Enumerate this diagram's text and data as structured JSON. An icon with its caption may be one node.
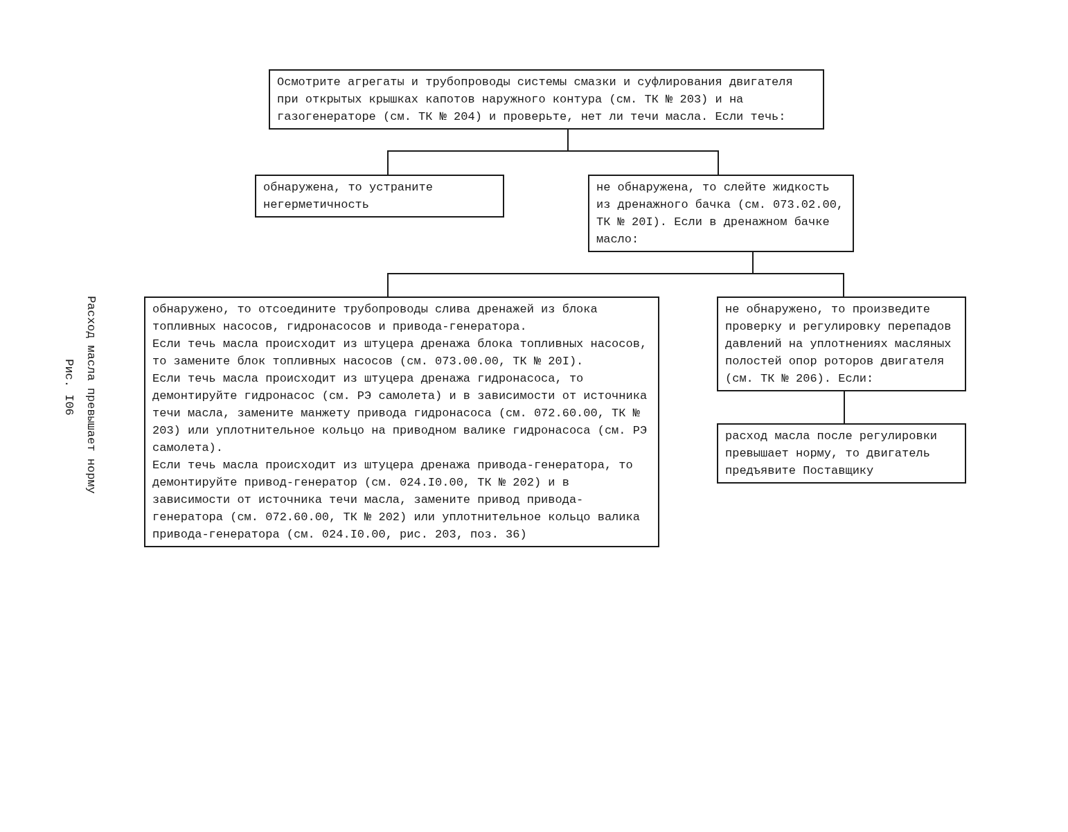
{
  "diagram": {
    "title": "Расход масла превышает норму",
    "caption": "Рис. I06",
    "nodes": [
      {
        "text": [
          "Осмотрите агрегаты и трубопроводы системы смазки и суфлирования двигателя при открытых крышках капотов наружного контура (см. ТК № 203) и на газогенераторе (см. ТК № 204) и проверьте, нет ли течи масла. Если течь:"
        ]
      },
      {
        "text": [
          "обнаружена, то устраните негерметичность"
        ]
      },
      {
        "text": [
          "не обнаружена, то слейте жидкость из дренажного бачка (см. 073.02.00, ТК № 20I). Если в дренажном бачке масло:"
        ]
      },
      {
        "text": [
          "обнаружено, то отсоедините трубопроводы слива дренажей из блока топливных насосов, гидронасосов и привода-генератора.",
          "Если течь масла происходит из штуцера дренажа блока топливных насосов, то замените блок топливных насосов (см. 073.00.00, ТК № 20I).",
          "Если течь масла происходит из штуцера дренажа гидронасоса, то демонтируйте гидронасос (см. РЭ самолета) и в зависимости от источника течи масла, замените манжету привода гидронасоса (см. 072.60.00, ТК № 203) или уплотнительное кольцо на приводном валике гидронасоса (см. РЭ самолета).",
          "Если течь масла происходит из штуцера дренажа привода-генератора, то демонтируйте привод-генератор (см. 024.I0.00, ТК № 202) и в зависимости от источника течи масла, замените привод привода-генератора (см. 072.60.00, ТК № 202) или уплотнительное кольцо валика привода-генератора (см. 024.I0.00, рис. 203, поз. 36)"
        ]
      },
      {
        "text": [
          "не обнаружено, то произведите проверку и регулировку перепадов давлений на уплотнениях масляных полостей опор роторов двигателя (см. ТК № 206). Если:"
        ]
      },
      {
        "text": [
          "расход масла после регулировки превышает норму, то двигатель предъявите Поставщику"
        ]
      }
    ],
    "edges": [
      {
        "from": 0,
        "to": 1,
        "arrow": "none"
      },
      {
        "from": 0,
        "to": 2,
        "arrow": "none"
      },
      {
        "from": 2,
        "to": 3,
        "arrow": "none"
      },
      {
        "from": 2,
        "to": 4,
        "arrow": "none"
      },
      {
        "from": 4,
        "to": 5,
        "arrow": "none"
      }
    ]
  }
}
